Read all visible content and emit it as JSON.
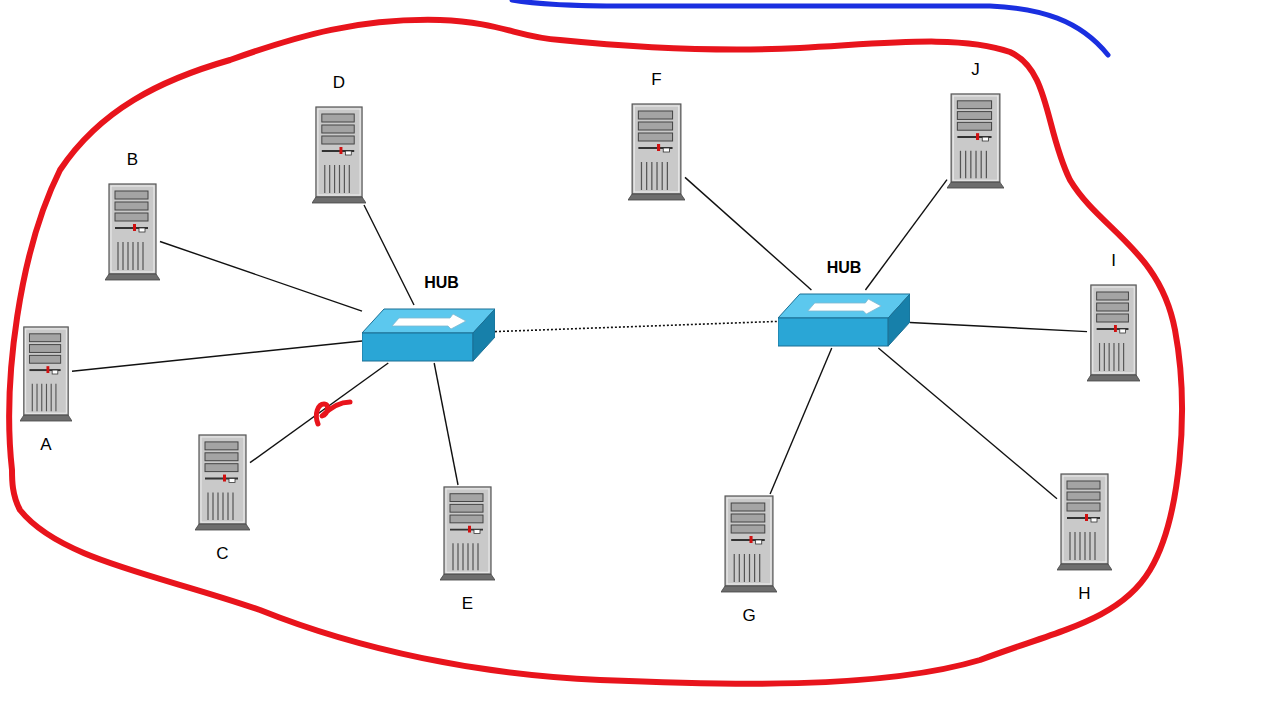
{
  "diagram": {
    "nodes": [
      {
        "text": [
          "A"
        ]
      },
      {
        "text": [
          "B"
        ]
      },
      {
        "text": [
          "C"
        ]
      },
      {
        "text": [
          "D"
        ]
      },
      {
        "text": [
          "E"
        ]
      },
      {
        "text": [
          "HUB"
        ]
      },
      {
        "text": [
          "F"
        ]
      },
      {
        "text": [
          "G"
        ]
      },
      {
        "text": [
          "H"
        ]
      },
      {
        "text": [
          "I"
        ]
      },
      {
        "text": [
          "J"
        ]
      },
      {
        "text": [
          "HUB"
        ]
      }
    ],
    "edges": [
      {
        "from": 0,
        "to": 5,
        "arrow": "none"
      },
      {
        "from": 1,
        "to": 5,
        "arrow": "none"
      },
      {
        "from": 2,
        "to": 5,
        "arrow": "none"
      },
      {
        "from": 3,
        "to": 5,
        "arrow": "none"
      },
      {
        "from": 4,
        "to": 5,
        "arrow": "none"
      },
      {
        "from": 5,
        "to": 11,
        "arrow": "none"
      },
      {
        "from": 6,
        "to": 11,
        "arrow": "none"
      },
      {
        "from": 7,
        "to": 11,
        "arrow": "none"
      },
      {
        "from": 8,
        "to": 11,
        "arrow": "none"
      },
      {
        "from": 9,
        "to": 11,
        "arrow": "none"
      },
      {
        "from": 10,
        "to": 11,
        "arrow": "none"
      }
    ]
  }
}
